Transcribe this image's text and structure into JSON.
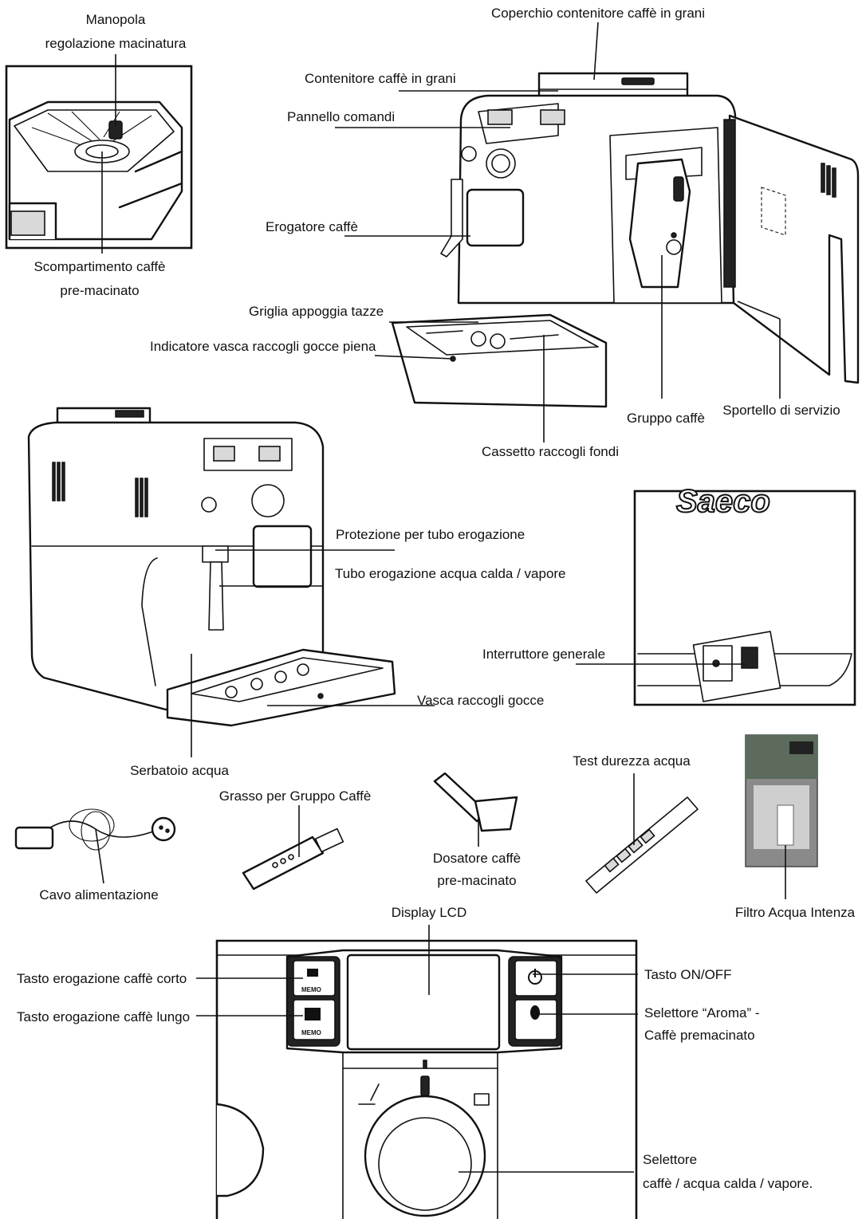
{
  "labels": {
    "manopola_1": "Manopola",
    "manopola_2": "regolazione macinatura",
    "scompartimento_1": "Scompartimento caffè",
    "scompartimento_2": "pre-macinato",
    "coperchio": "Coperchio contenitore caffè in grani",
    "contenitore": "Contenitore caffè in grani",
    "pannello": "Pannello comandi",
    "erogatore": "Erogatore caffè",
    "griglia": "Griglia appoggia tazze",
    "indicatore": "Indicatore vasca raccogli gocce piena",
    "gruppo": "Gruppo caffè",
    "sportello": "Sportello di servizio",
    "cassetto": "Cassetto raccogli fondi",
    "protezione": "Protezione per tubo erogazione",
    "tubo": "Tubo erogazione acqua calda / vapore",
    "interruttore": "Interruttore generale",
    "vasca": "Vasca raccogli gocce",
    "serbatoio": "Serbatoio acqua",
    "grasso": "Grasso per Gruppo Caffè",
    "dosatore_1": "Dosatore caffè",
    "dosatore_2": "pre-macinato",
    "test": "Test durezza acqua",
    "cavo": "Cavo alimentazione",
    "filtro": "Filtro Acqua Intenza",
    "display": "Display LCD",
    "tasto_corto": "Tasto erogazione caffè corto",
    "tasto_lungo": "Tasto erogazione caffè lungo",
    "tasto_on": "Tasto ON/OFF",
    "aroma_1": "Selettore “Aroma” -",
    "aroma_2": "Caffè premacinato",
    "selettore_1": "Selettore",
    "selettore_2": "caffè / acqua calda / vapore."
  },
  "illustration_text": {
    "brand": "Saeco",
    "memo": "MEMO"
  },
  "icons": {
    "espresso": "small-cup-icon",
    "lungo": "large-cup-icon",
    "power": "power-icon",
    "aroma": "coffee-bean-icon",
    "steam": "steam-wand-icon",
    "hot_water": "hot-water-cup-icon"
  }
}
